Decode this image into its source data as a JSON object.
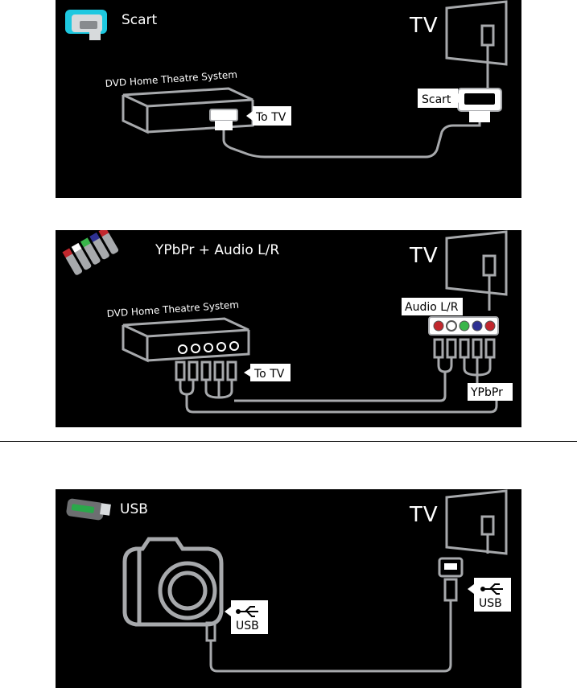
{
  "panels": {
    "scart": {
      "title": "Scart",
      "tv_label": "TV",
      "device_label": "DVD Home Theatre System",
      "to_tv_label": "To TV",
      "port_label": "Scart"
    },
    "ypbpr": {
      "title": "YPbPr + Audio L/R",
      "tv_label": "TV",
      "device_label": "DVD Home Theatre System",
      "to_tv_label": "To TV",
      "audio_label": "Audio L/R",
      "ypbpr_label": "YPbPr"
    },
    "usb": {
      "title": "USB",
      "tv_label": "TV",
      "camera_usb_label": "USB",
      "tv_usb_label": "USB"
    }
  },
  "colors": {
    "panel_background": "#000000",
    "line_gray": "#a7a9ac",
    "connector_red": "#c1272d",
    "connector_green": "#39b54a",
    "connector_blue": "#2e3192",
    "scart_icon_cyan": "#1ec8e0"
  },
  "icons": [
    "scart-plug-icon",
    "rca-plugs-icon",
    "usb-stick-icon",
    "usb-symbol-icon",
    "camera-icon",
    "tv-icon"
  ]
}
